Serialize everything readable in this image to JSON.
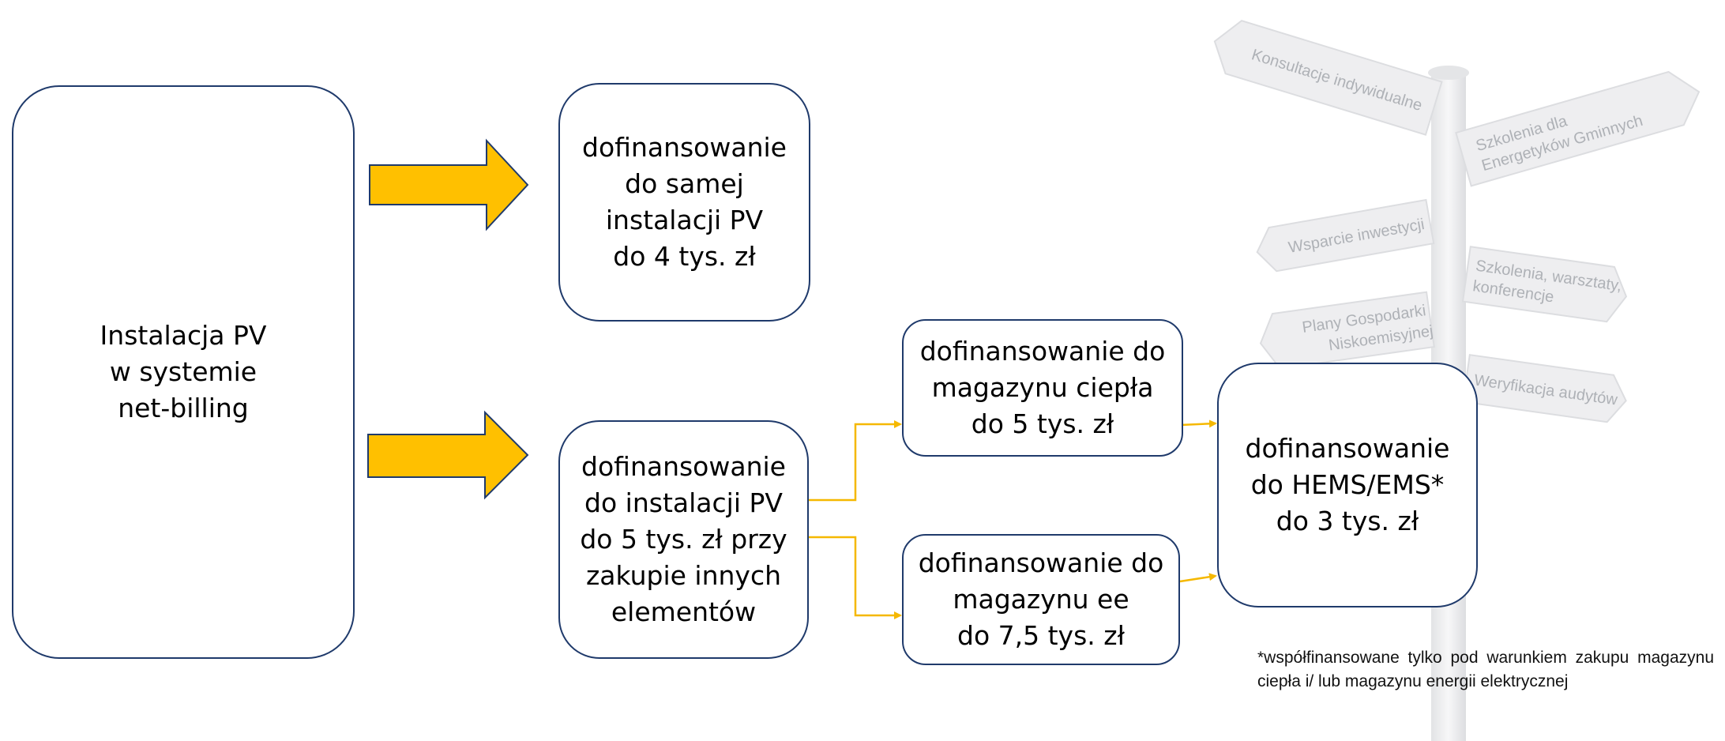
{
  "diagram": {
    "source_box": {
      "label": "Instalacja PV\nw systemie\n net-billing"
    },
    "pv_only_box": {
      "label": "dofinansowanie\ndo samej\ninstalacji PV\ndo 4 tys. zł"
    },
    "pv_combo_box": {
      "label": "dofinansowanie\ndo instalacji PV\ndo 5 tys. zł przy\nzakupie innych\nelementów"
    },
    "heat_storage_box": {
      "label": "dofinansowanie do\nmagazynu ciepła\ndo 5 tys. zł"
    },
    "ee_storage_box": {
      "label": "dofinansowanie do\nmagazynu ee\ndo 7,5 tys. zł"
    },
    "hems_box": {
      "label": "dofinansowanie\ndo HEMS/EMS*\n do 3 tys. zł"
    },
    "footnote": "*współfinansowane tylko pod warunkiem zakupu magazynu ciepła i/ lub magazynu energii elektrycznej"
  },
  "signpost": {
    "signs": [
      {
        "label": "Konsultacje indywidualne"
      },
      {
        "label": "Szkolenia dla"
      },
      {
        "label": "Energetyków Gminnych"
      },
      {
        "label": "Wsparcie inwestycji"
      },
      {
        "label": "Szkolenia, warsztaty,"
      },
      {
        "label": "konferencje"
      },
      {
        "label": "Plany Gospodarki"
      },
      {
        "label": "Niskoemisyjnej"
      },
      {
        "label": "Weryfikacja audytów"
      }
    ]
  },
  "colors": {
    "box_border": "#1f3a6b",
    "arrow_fill": "#ffc000",
    "connector": "#f5b800",
    "signpost": "#e6e7e9"
  }
}
